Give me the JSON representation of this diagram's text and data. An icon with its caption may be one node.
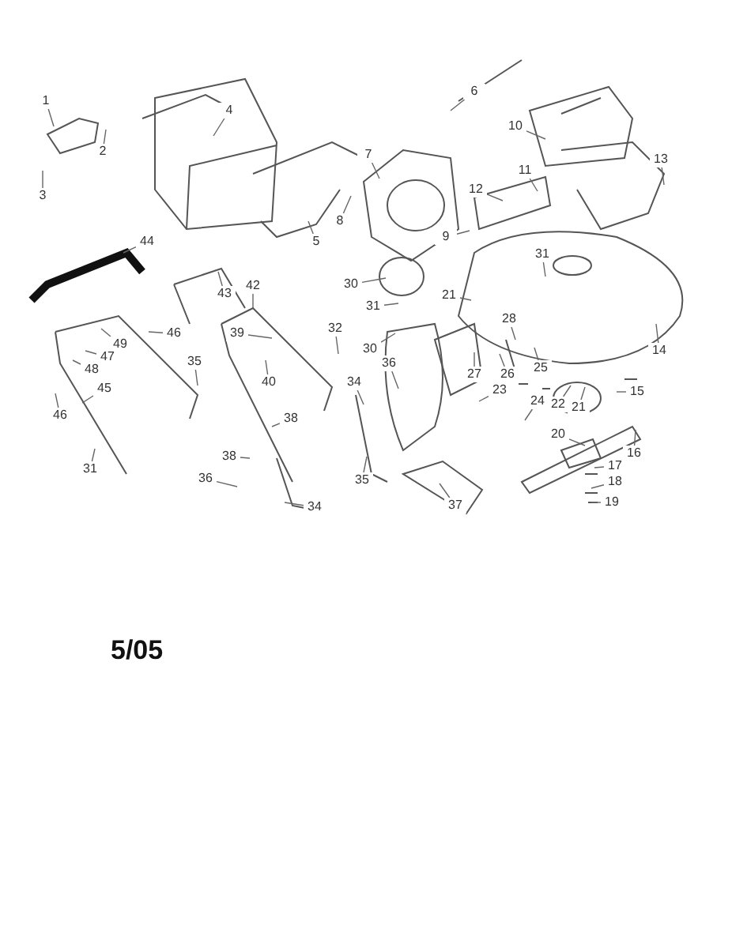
{
  "diagram": {
    "nodes": [
      {
        "text": [
          "1"
        ]
      },
      {
        "text": [
          "6"
        ]
      },
      {
        "text": [
          "4"
        ]
      },
      {
        "text": [
          "10"
        ]
      },
      {
        "text": [
          "2"
        ]
      },
      {
        "text": [
          "7"
        ]
      },
      {
        "text": [
          "13"
        ]
      },
      {
        "text": [
          "11"
        ]
      },
      {
        "text": [
          "3"
        ]
      },
      {
        "text": [
          "12"
        ]
      },
      {
        "text": [
          "8"
        ]
      },
      {
        "text": [
          "9"
        ]
      },
      {
        "text": [
          "5"
        ]
      },
      {
        "text": [
          "44"
        ]
      },
      {
        "text": [
          "31"
        ]
      },
      {
        "text": [
          "42"
        ]
      },
      {
        "text": [
          "43"
        ]
      },
      {
        "text": [
          "30"
        ]
      },
      {
        "text": [
          "21"
        ]
      },
      {
        "text": [
          "31"
        ]
      },
      {
        "text": [
          "28"
        ]
      },
      {
        "text": [
          "32"
        ]
      },
      {
        "text": [
          "46"
        ]
      },
      {
        "text": [
          "39"
        ]
      },
      {
        "text": [
          "49"
        ]
      },
      {
        "text": [
          "47"
        ]
      },
      {
        "text": [
          "14"
        ]
      },
      {
        "text": [
          "35"
        ]
      },
      {
        "text": [
          "48"
        ]
      },
      {
        "text": [
          "30"
        ]
      },
      {
        "text": [
          "25"
        ]
      },
      {
        "text": [
          "27"
        ]
      },
      {
        "text": [
          "26"
        ]
      },
      {
        "text": [
          "36"
        ]
      },
      {
        "text": [
          "34"
        ]
      },
      {
        "text": [
          "40"
        ]
      },
      {
        "text": [
          "45"
        ]
      },
      {
        "text": [
          "23"
        ]
      },
      {
        "text": [
          "15"
        ]
      },
      {
        "text": [
          "24"
        ]
      },
      {
        "text": [
          "22"
        ]
      },
      {
        "text": [
          "21"
        ]
      },
      {
        "text": [
          "46"
        ]
      },
      {
        "text": [
          "38"
        ]
      },
      {
        "text": [
          "20"
        ]
      },
      {
        "text": [
          "16"
        ]
      },
      {
        "text": [
          "38"
        ]
      },
      {
        "text": [
          "17"
        ]
      },
      {
        "text": [
          "31"
        ]
      },
      {
        "text": [
          "36"
        ]
      },
      {
        "text": [
          "35"
        ]
      },
      {
        "text": [
          "18"
        ]
      },
      {
        "text": [
          "19"
        ]
      },
      {
        "text": [
          "37"
        ]
      },
      {
        "text": [
          "34"
        ]
      }
    ],
    "edges": [
      {
        "from": 0,
        "to": null,
        "arrow": "none"
      },
      {
        "from": 1,
        "to": null,
        "arrow": "none"
      },
      {
        "from": 2,
        "to": null,
        "arrow": "none"
      },
      {
        "from": 3,
        "to": null,
        "arrow": "none"
      },
      {
        "from": 4,
        "to": null,
        "arrow": "none"
      },
      {
        "from": 5,
        "to": null,
        "arrow": "none"
      },
      {
        "from": 6,
        "to": null,
        "arrow": "none"
      },
      {
        "from": 7,
        "to": null,
        "arrow": "none"
      },
      {
        "from": 8,
        "to": null,
        "arrow": "none"
      },
      {
        "from": 9,
        "to": null,
        "arrow": "none"
      },
      {
        "from": 10,
        "to": null,
        "arrow": "none"
      },
      {
        "from": 11,
        "to": null,
        "arrow": "none"
      },
      {
        "from": 12,
        "to": null,
        "arrow": "none"
      },
      {
        "from": 13,
        "to": null,
        "arrow": "none"
      },
      {
        "from": 14,
        "to": null,
        "arrow": "none"
      },
      {
        "from": 15,
        "to": null,
        "arrow": "none"
      },
      {
        "from": 16,
        "to": null,
        "arrow": "none"
      },
      {
        "from": 17,
        "to": null,
        "arrow": "none"
      },
      {
        "from": 18,
        "to": null,
        "arrow": "none"
      },
      {
        "from": 19,
        "to": null,
        "arrow": "none"
      },
      {
        "from": 20,
        "to": null,
        "arrow": "none"
      },
      {
        "from": 21,
        "to": null,
        "arrow": "none"
      },
      {
        "from": 22,
        "to": null,
        "arrow": "none"
      },
      {
        "from": 23,
        "to": null,
        "arrow": "none"
      },
      {
        "from": 24,
        "to": null,
        "arrow": "none"
      },
      {
        "from": 25,
        "to": null,
        "arrow": "none"
      },
      {
        "from": 26,
        "to": null,
        "arrow": "none"
      },
      {
        "from": 27,
        "to": null,
        "arrow": "none"
      },
      {
        "from": 28,
        "to": null,
        "arrow": "none"
      },
      {
        "from": 29,
        "to": null,
        "arrow": "none"
      },
      {
        "from": 30,
        "to": null,
        "arrow": "none"
      },
      {
        "from": 31,
        "to": null,
        "arrow": "none"
      },
      {
        "from": 32,
        "to": null,
        "arrow": "none"
      },
      {
        "from": 33,
        "to": null,
        "arrow": "none"
      },
      {
        "from": 34,
        "to": null,
        "arrow": "none"
      },
      {
        "from": 35,
        "to": null,
        "arrow": "none"
      },
      {
        "from": 36,
        "to": null,
        "arrow": "none"
      },
      {
        "from": 37,
        "to": null,
        "arrow": "none"
      },
      {
        "from": 38,
        "to": null,
        "arrow": "none"
      },
      {
        "from": 39,
        "to": null,
        "arrow": "none"
      },
      {
        "from": 40,
        "to": null,
        "arrow": "none"
      },
      {
        "from": 41,
        "to": null,
        "arrow": "none"
      },
      {
        "from": 42,
        "to": null,
        "arrow": "none"
      },
      {
        "from": 43,
        "to": null,
        "arrow": "none"
      },
      {
        "from": 44,
        "to": null,
        "arrow": "none"
      },
      {
        "from": 45,
        "to": null,
        "arrow": "none"
      },
      {
        "from": 46,
        "to": null,
        "arrow": "none"
      },
      {
        "from": 47,
        "to": null,
        "arrow": "none"
      },
      {
        "from": 48,
        "to": null,
        "arrow": "none"
      },
      {
        "from": 49,
        "to": null,
        "arrow": "none"
      },
      {
        "from": 50,
        "to": null,
        "arrow": "none"
      },
      {
        "from": 51,
        "to": null,
        "arrow": "none"
      },
      {
        "from": 52,
        "to": null,
        "arrow": "none"
      },
      {
        "from": 53,
        "to": null,
        "arrow": "none"
      },
      {
        "from": 54,
        "to": null,
        "arrow": "none"
      }
    ],
    "labels": [
      "5/05"
    ]
  }
}
